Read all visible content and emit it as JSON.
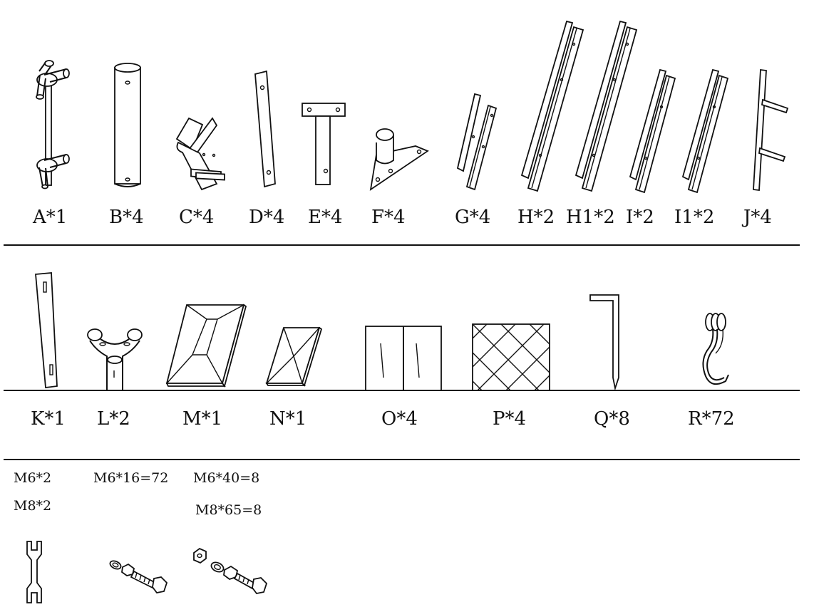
{
  "parts_row1": [
    {
      "id": "A",
      "label": "A*1"
    },
    {
      "id": "B",
      "label": "B*4"
    },
    {
      "id": "C",
      "label": "C*4"
    },
    {
      "id": "D",
      "label": "D*4"
    },
    {
      "id": "E",
      "label": "E*4"
    },
    {
      "id": "F",
      "label": "F*4"
    },
    {
      "id": "G",
      "label": "G*4"
    },
    {
      "id": "H",
      "label": "H*2"
    },
    {
      "id": "H1",
      "label": "H1*2"
    },
    {
      "id": "I",
      "label": "I*2"
    },
    {
      "id": "I1",
      "label": "I1*2"
    },
    {
      "id": "J",
      "label": "J*4"
    }
  ],
  "parts_row2": [
    {
      "id": "K",
      "label": "K*1"
    },
    {
      "id": "L",
      "label": "L*2"
    },
    {
      "id": "M",
      "label": "M*1"
    },
    {
      "id": "N",
      "label": "N*1"
    },
    {
      "id": "O",
      "label": "O*4"
    },
    {
      "id": "P",
      "label": "P*4"
    },
    {
      "id": "Q",
      "label": "Q*8"
    },
    {
      "id": "R",
      "label": "R*72"
    }
  ],
  "hardware": {
    "wrench_m6": "M6*2",
    "wrench_m8": "M8*2",
    "bolt_small": "M6*16=72",
    "bolt_m6_40": "M6*40=8",
    "bolt_m8_65": "M8*65=8"
  },
  "icons": [
    "wrench-icon",
    "bolt-nut-icon",
    "bolt-nut-washer-icon"
  ]
}
